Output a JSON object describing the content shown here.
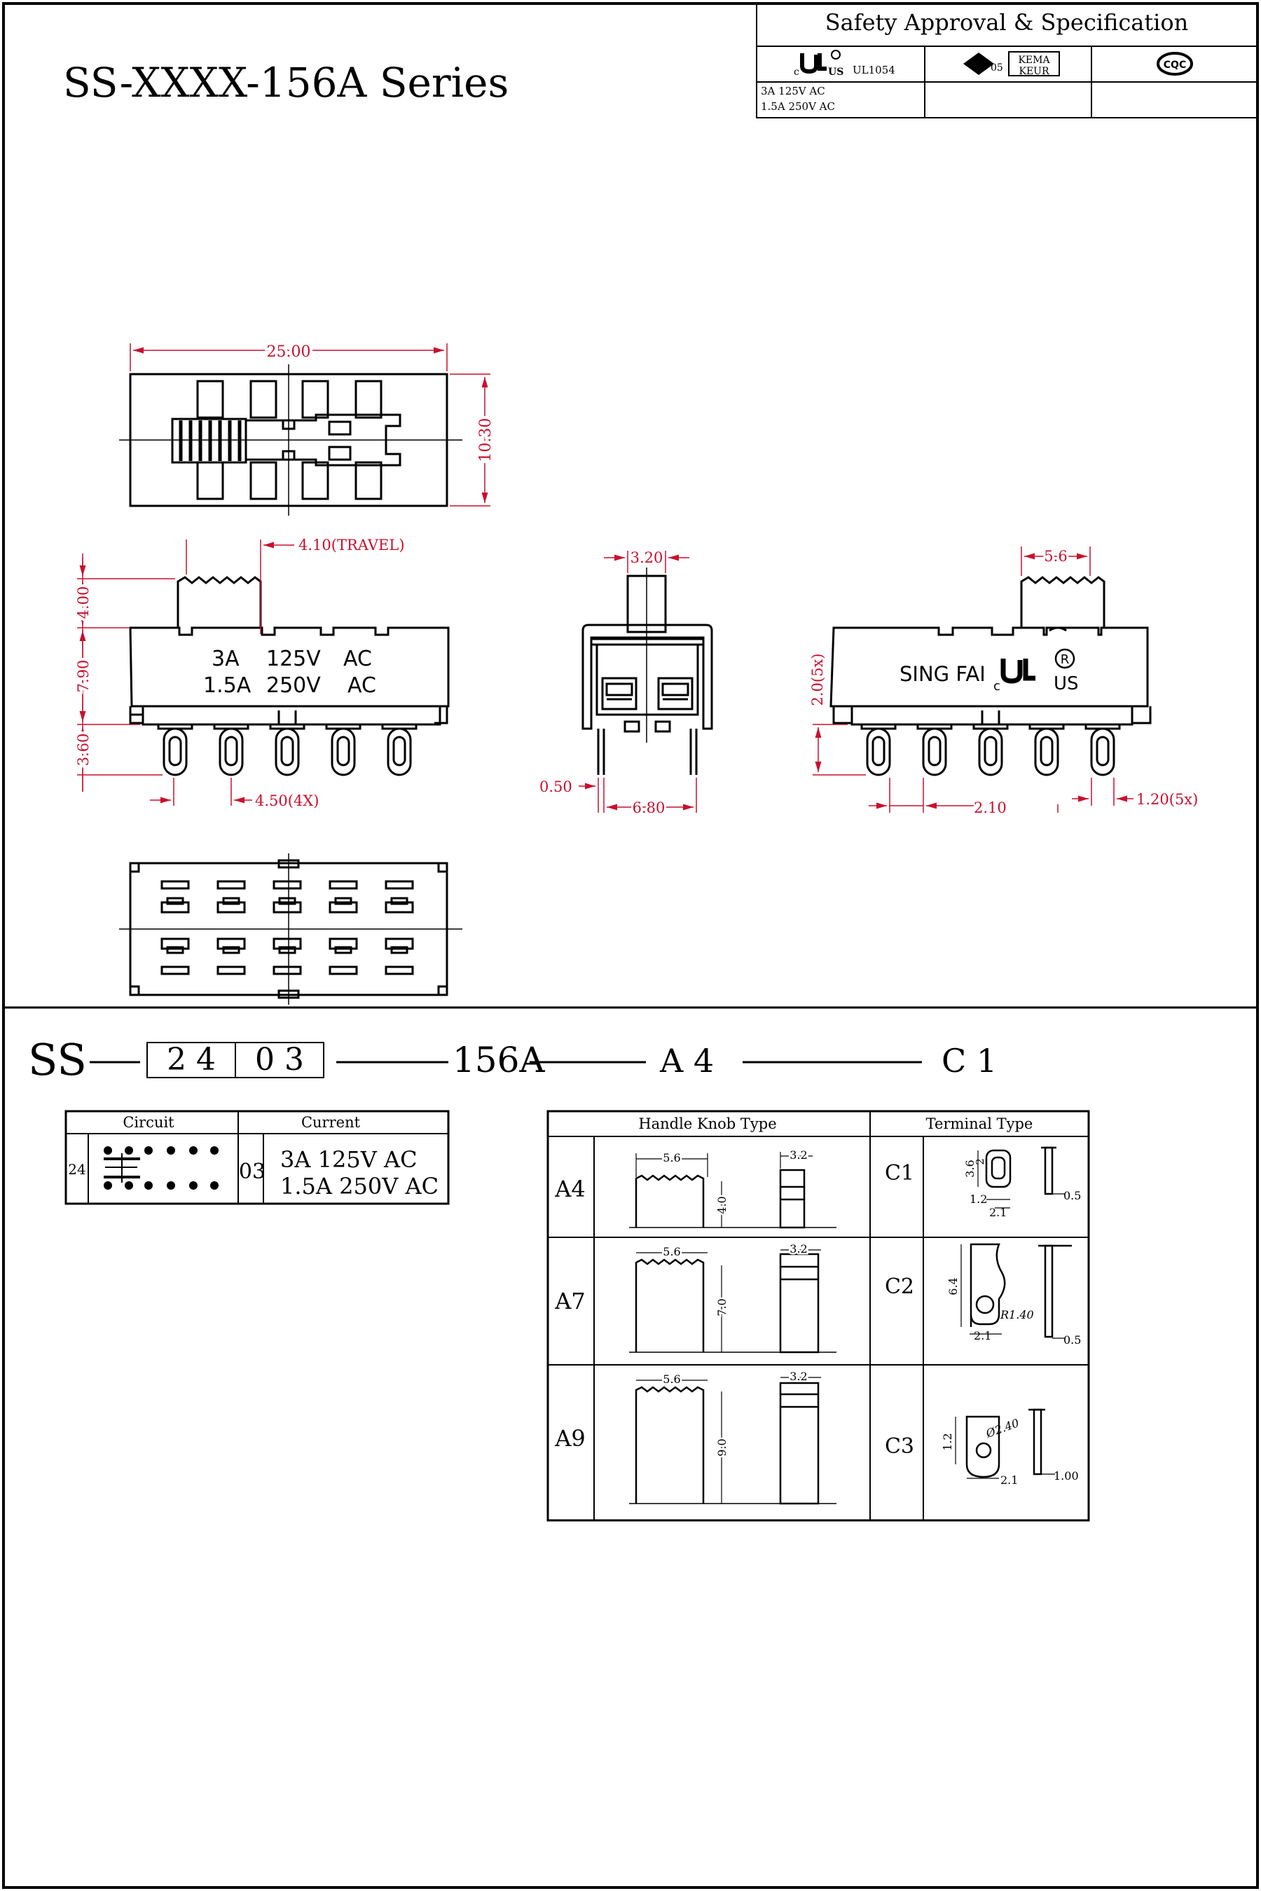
{
  "title": "SS-XXXX-156A Series",
  "safety": {
    "heading": "Safety Approval & Specification",
    "ul_mark": {
      "c": "c",
      "us": "US",
      "std": "UL1054"
    },
    "kema_mark": {
      "num": "05",
      "kema": "KEMA",
      "keur": "KEUR"
    },
    "cqc_mark": "CQC",
    "ratings": [
      "3A 125V AC",
      "1.5A 250V AC"
    ]
  },
  "dimensions": {
    "top_width": "25.00",
    "top_height": "10.30",
    "travel": "4.10(TRAVEL)",
    "knob_height": "4.00",
    "body_height": "7.90",
    "pin_length": "3.60",
    "pitch": "4.50(4X)",
    "end_width": "3.20",
    "end_thick": "0.50",
    "end_span": "6.80",
    "knob_width": "5.6",
    "pin_height": "2.0(5x)",
    "pin_spacing": "2.10",
    "pin_width": "1.20(5x)"
  },
  "body_labels": {
    "front_line1": [
      "3A",
      "125V",
      "AC"
    ],
    "front_line2": [
      "1.5A",
      "250V",
      "AC"
    ],
    "brand": "SING FAI",
    "rear_c": "c",
    "rear_us": "US"
  },
  "part_number": {
    "prefix": "SS",
    "circuit_digits": "2 4",
    "current_digits": "0 3",
    "series": "156A",
    "knob": "A 4",
    "terminal": "C 1"
  },
  "circuit_table": {
    "headers": [
      "Circuit",
      "Current"
    ],
    "circuit_code": "24",
    "current_code": "03",
    "current_values": [
      "3A 125V AC",
      "1.5A 250V AC"
    ]
  },
  "knob_table": {
    "headers": [
      "Handle Knob Type",
      "Terminal Type"
    ],
    "rows": [
      {
        "knob": "A4",
        "w": "5.6",
        "t": "3.2",
        "h": "4.0",
        "terminal": "C1",
        "d1": "3.6",
        "d2": "2",
        "d3": "1.2",
        "d4": "2.1",
        "d5": "0.5"
      },
      {
        "knob": "A7",
        "w": "5.6",
        "t": "3.2",
        "h": "7.0",
        "terminal": "C2",
        "d1": "6.4",
        "d2": "R1.40",
        "d3": "2.1",
        "d4": "0.5"
      },
      {
        "knob": "A9",
        "w": "5.6",
        "t": "3.2",
        "h": "9.0",
        "terminal": "C3",
        "d1": "1.2",
        "d2": "Ø2.40",
        "d3": "2.1",
        "d4": "1.00"
      }
    ]
  },
  "colors": {
    "line": "#000000",
    "dimension": "#c8102e"
  }
}
